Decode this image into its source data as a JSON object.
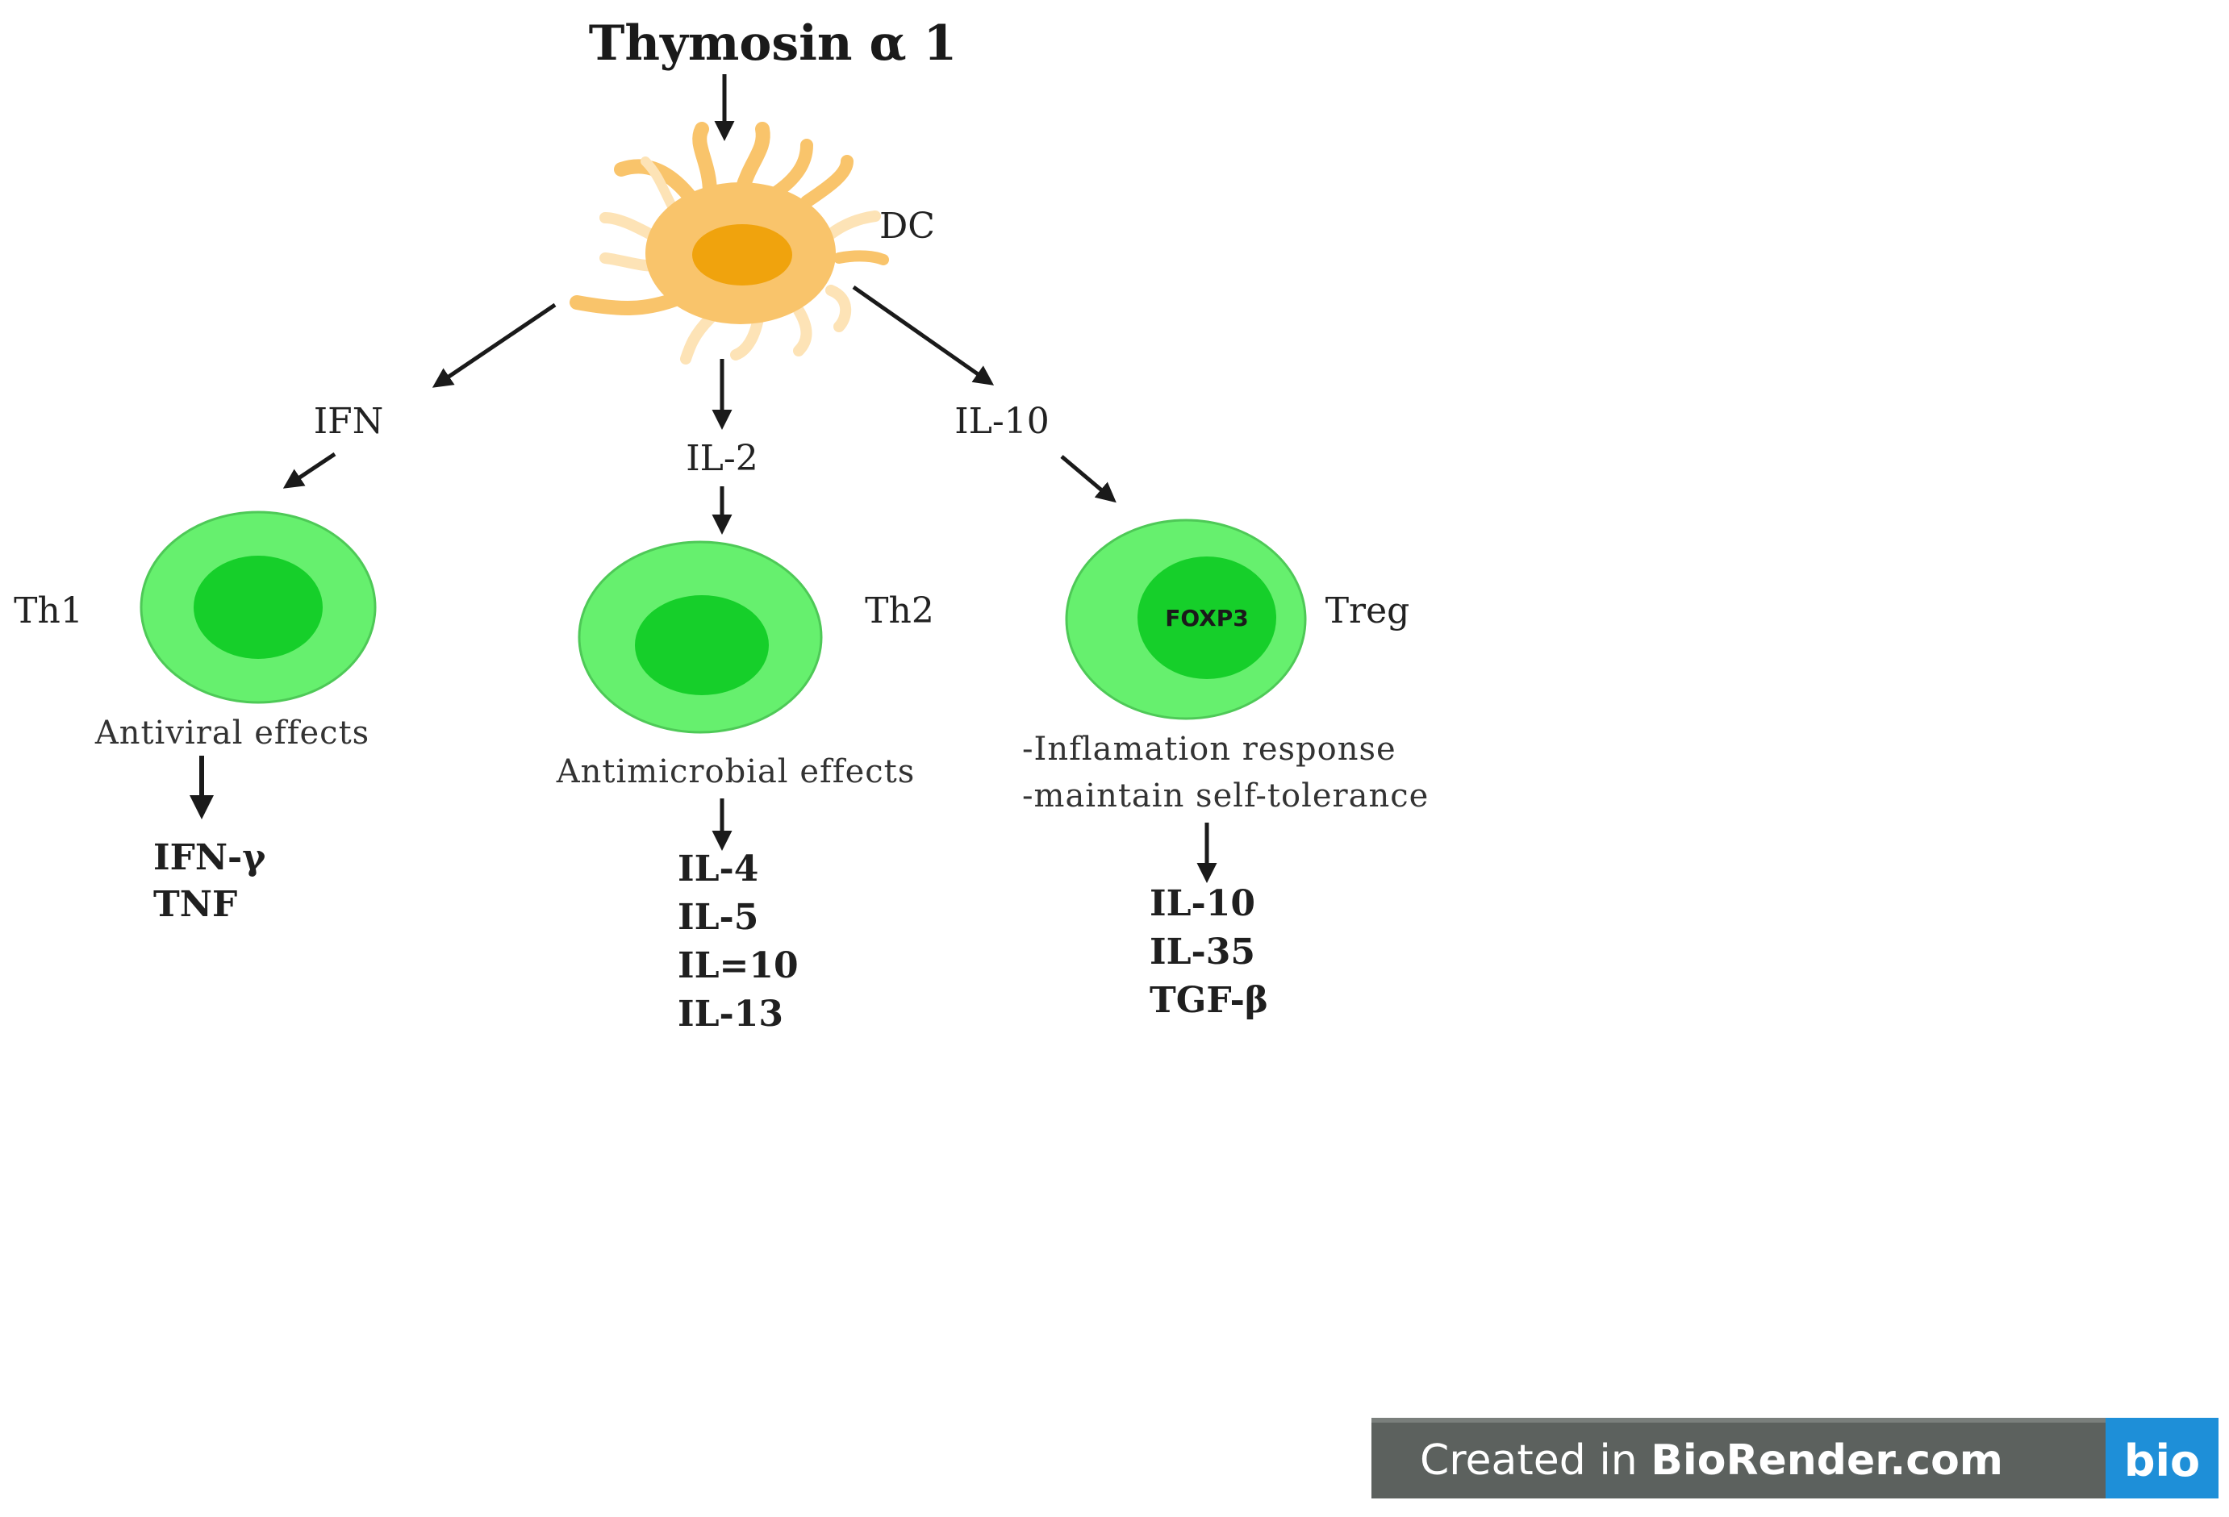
{
  "title": "Thymosin α 1",
  "colors": {
    "dc_body": "#f9c46b",
    "dc_nucleus": "#f0a30d",
    "cell_outer": "#66f06e",
    "cell_nucleus": "#16cf2a",
    "badge_bg": "#5c615e",
    "badge_logo_bg": "#1e8fd8"
  },
  "dc": {
    "label": "DC"
  },
  "branches": [
    {
      "signal": "IFN",
      "cell_label": "Th1",
      "nucleus_text": "",
      "effects": [
        "Antiviral effects"
      ],
      "cytokines": [
        "IFN-γ",
        "TNF"
      ]
    },
    {
      "signal": "IL-2",
      "cell_label": "Th2",
      "nucleus_text": "",
      "effects": [
        "Antimicrobial effects"
      ],
      "cytokines": [
        "IL-4",
        "IL-5",
        "IL=10",
        "IL-13"
      ]
    },
    {
      "signal": "IL-10",
      "cell_label": "Treg",
      "nucleus_text": "FOXP3",
      "effects": [
        "-Inflamation response",
        "-maintain self-tolerance"
      ],
      "cytokines": [
        "IL-10",
        "IL-35",
        "TGF-β"
      ]
    }
  ],
  "watermark": {
    "text_prefix": "Created in ",
    "text_brand": "BioRender.com",
    "logo": "bio"
  }
}
